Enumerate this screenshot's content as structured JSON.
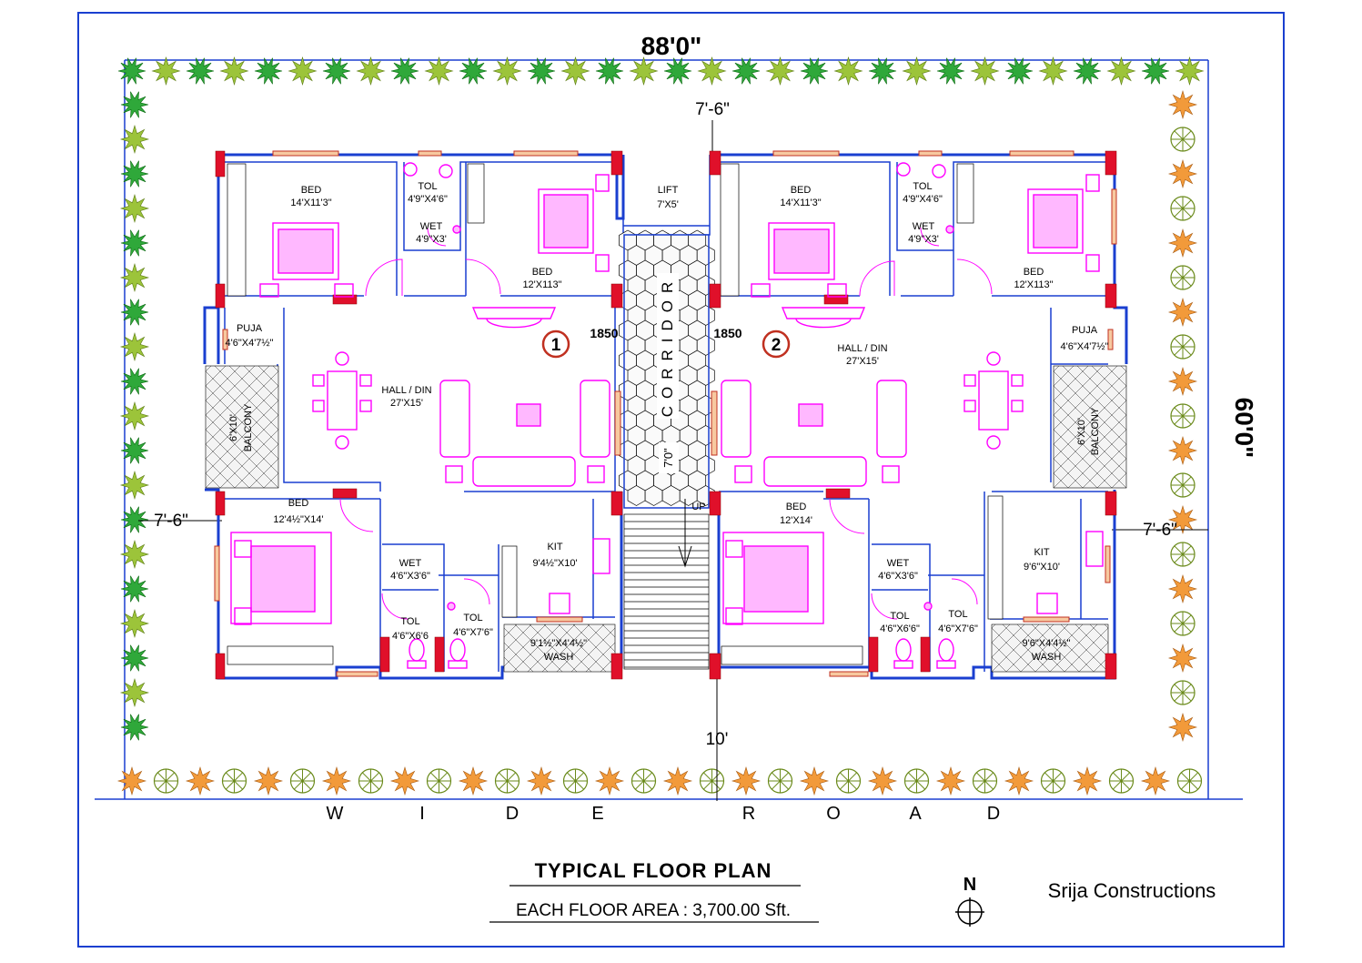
{
  "plot": {
    "width_dim": "88'0\"",
    "depth_dim": "60'0\"",
    "top_setback": "7'-6\"",
    "left_setback": "7'-6\"",
    "right_setback": "7'-6\"",
    "front_setback": "10'"
  },
  "road": [
    "W",
    "I",
    "D",
    "E",
    "R",
    "O",
    "A",
    "D"
  ],
  "corridor": {
    "label": "CORRIDOR",
    "width": "7'0\"",
    "stair_label": "UP"
  },
  "lift": {
    "name": "LIFT",
    "size": "7'X5'"
  },
  "flats": [
    {
      "number": "1",
      "area": "1850",
      "rooms": [
        {
          "name": "BED",
          "size": "14'X11'3\""
        },
        {
          "name": "TOL",
          "size": "4'9\"X4'6\""
        },
        {
          "name": "WET",
          "size": "4'9\"X3'"
        },
        {
          "name": "BED",
          "size": "12'X113\""
        },
        {
          "name": "PUJA",
          "size": "4'6\"X4'7½\""
        },
        {
          "name": "BALCONY",
          "size": "6'X10'"
        },
        {
          "name": "HALL / DIN",
          "size": "27'X15'"
        },
        {
          "name": "BED",
          "size": "12'4½\"X14'"
        },
        {
          "name": "WET",
          "size": "4'6\"X3'6\""
        },
        {
          "name": "TOL",
          "size": "4'6\"X6'6"
        },
        {
          "name": "TOL",
          "size": "4'6\"X7'6\""
        },
        {
          "name": "KIT",
          "size": "9'4½\"X10'"
        },
        {
          "name": "WASH",
          "size": "9'1½\"X4'4½\""
        }
      ]
    },
    {
      "number": "2",
      "area": "1850",
      "rooms": [
        {
          "name": "BED",
          "size": "14'X11'3\""
        },
        {
          "name": "TOL",
          "size": "4'9\"X4'6\""
        },
        {
          "name": "WET",
          "size": "4'9\"X3'"
        },
        {
          "name": "BED",
          "size": "12'X113\""
        },
        {
          "name": "PUJA",
          "size": "4'6\"X4'7½\""
        },
        {
          "name": "BALCONY",
          "size": "6'X10'"
        },
        {
          "name": "HALL / DIN",
          "size": "27'X15'"
        },
        {
          "name": "BED",
          "size": "12'X14'"
        },
        {
          "name": "WET",
          "size": "4'6\"X3'6\""
        },
        {
          "name": "TOL",
          "size": "4'6\"X6'6\""
        },
        {
          "name": "TOL",
          "size": "4'6\"X7'6\""
        },
        {
          "name": "KIT",
          "size": "9'6\"X10'"
        },
        {
          "name": "WASH",
          "size": "9'6\"X4'4½\""
        }
      ]
    }
  ],
  "title": "TYPICAL FLOOR PLAN",
  "subtitle": "EACH FLOOR AREA : 3,700.00 Sft.",
  "north_label": "N",
  "company": "Srija Constructions",
  "colors": {
    "wall": "#1a3fd0",
    "furniture": "#ff00ff",
    "column": "#e0102a",
    "tree": "#2fa83a"
  }
}
